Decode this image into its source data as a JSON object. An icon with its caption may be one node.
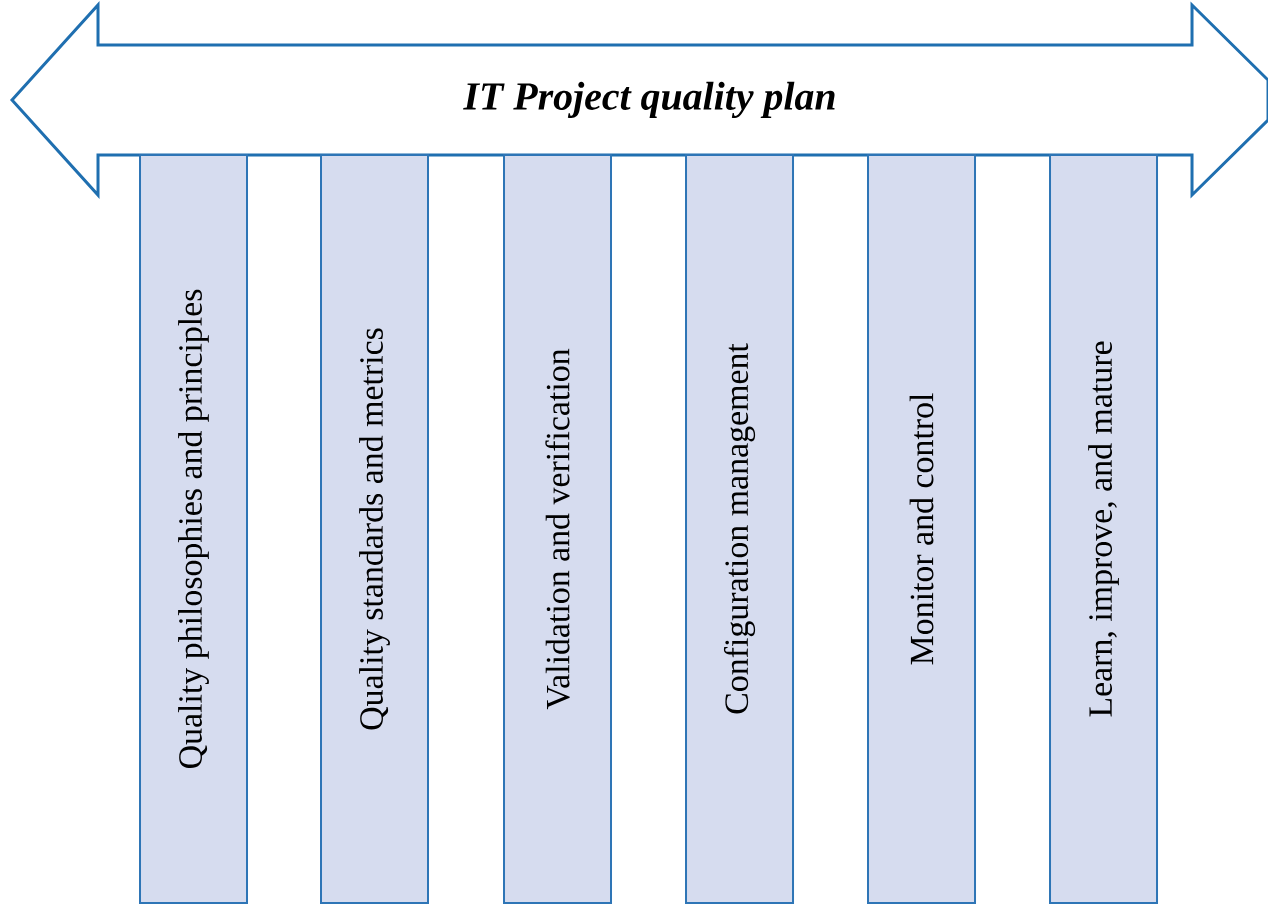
{
  "diagram": {
    "nodes": [
      {
        "text": [
          "IT Project quality plan"
        ]
      },
      {
        "text": [
          "Quality philosophies and principles"
        ]
      },
      {
        "text": [
          "Quality standards and metrics"
        ]
      },
      {
        "text": [
          "Validation and verification"
        ]
      },
      {
        "text": [
          "Configuration management"
        ]
      },
      {
        "text": [
          "Monitor and control"
        ]
      },
      {
        "text": [
          "Learn, improve, and mature"
        ]
      }
    ]
  }
}
